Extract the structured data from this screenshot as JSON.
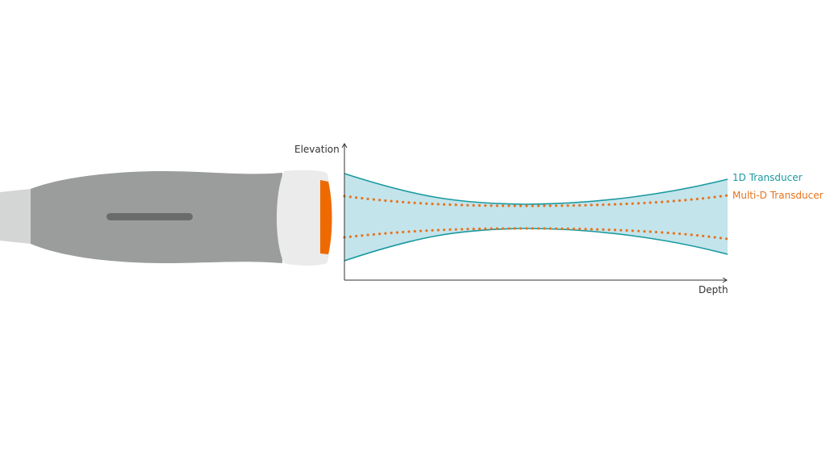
{
  "diagram": {
    "axes": {
      "y_label": "Elevation",
      "x_label": "Depth"
    },
    "legend": [
      {
        "label": "1D Transducer",
        "color": "#1a9aa0",
        "style": "solid outline with filled band"
      },
      {
        "label": "Multi-D Transducer",
        "color": "#e8731c",
        "style": "dotted"
      }
    ],
    "colors": {
      "band_fill": "#c3e4eb",
      "band_outline": "#1a9aa0",
      "dots": "#e8731c",
      "probe_body": "#9b9c9c",
      "probe_tail": "#d4d5d5",
      "probe_head": "#ebebeb",
      "probe_lens": "#ee6a00",
      "probe_slot": "#6a6b6b",
      "axis": "#333333"
    },
    "probe": {
      "description": "Ultrasound transducer probe"
    }
  }
}
